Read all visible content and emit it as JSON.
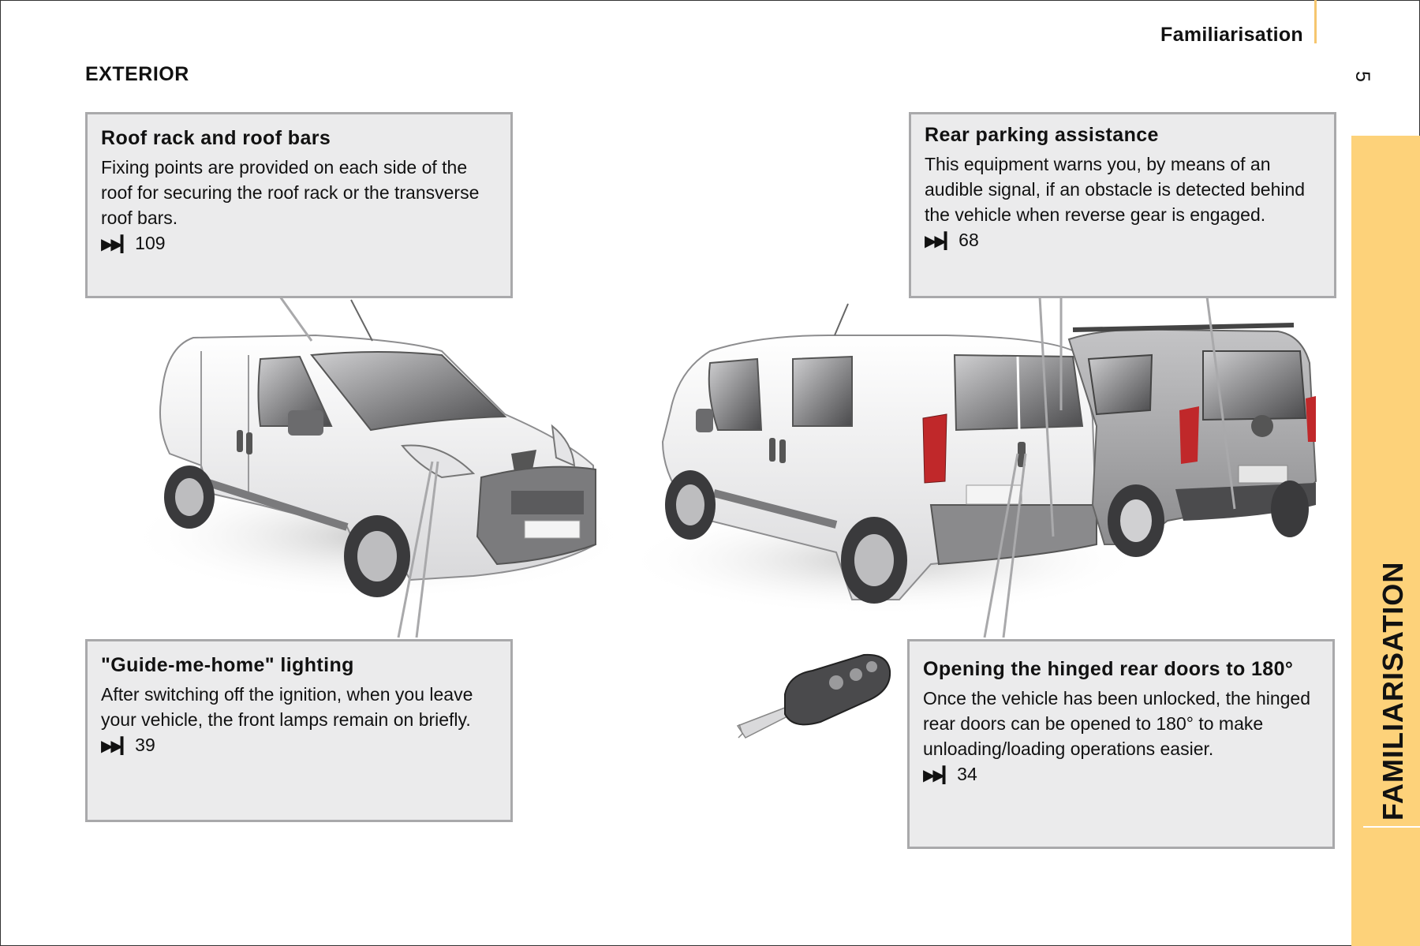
{
  "header": {
    "title": "Familiarisation",
    "page_number": "5"
  },
  "section_tab": {
    "label": "FAMILIARISATION",
    "color": "#fdd27a"
  },
  "section_heading": "EXTERIOR",
  "callouts": {
    "roof": {
      "title": "Roof rack and roof bars",
      "body": "Fixing points are provided on each side of the roof for securing the roof rack or the transverse roof bars.",
      "ref": "109"
    },
    "parking": {
      "title": "Rear parking assistance",
      "body": "This equipment warns you, by means of an audible signal, if an obstacle is detected behind the vehicle when reverse gear is engaged.",
      "ref": "68"
    },
    "lighting": {
      "title": "\"Guide-me-home\" lighting",
      "body": "After switching off the ignition, when you leave your vehicle, the front lamps remain on briefly.",
      "ref": "39"
    },
    "doors": {
      "title": "Opening the hinged rear doors to 180°",
      "body": "Once the vehicle has been unlocked, the hinged rear doors can be opened to 180° to make unloading/loading operations easier.",
      "ref": "34"
    }
  },
  "colors": {
    "callout_bg": "#ebebec",
    "callout_border": "#a9a9ab",
    "accent": "#fdd27a"
  }
}
